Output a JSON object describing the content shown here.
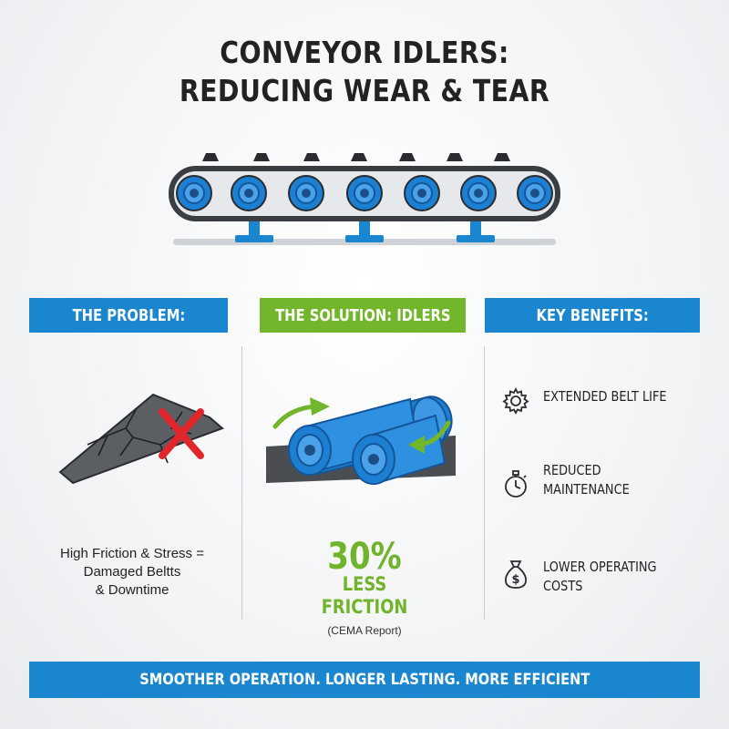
{
  "title": {
    "line1": "CONVEYOR IDLERS:",
    "line2": "REDUCING WEAR & TEAR"
  },
  "sections": {
    "problem": {
      "header": "THE PROBLEM:",
      "text_lines": [
        "High Friction & Stress =",
        "Damaged Beltts",
        "& Downtime"
      ]
    },
    "solution": {
      "header": "THE SOLUTION: IDLERS",
      "stat_value": "30%",
      "stat_line1": "LESS",
      "stat_line2": "FRICTION",
      "source": "(CEMA Report)"
    },
    "benefits": {
      "header": "KEY BENEFITS:",
      "items": [
        {
          "icon": "gear-icon",
          "line1": "EXTENDED BELT LIFE",
          "line2": ""
        },
        {
          "icon": "stopwatch-icon",
          "line1": "REDUCED",
          "line2": "MAINTENANCE"
        },
        {
          "icon": "money-bag-icon",
          "line1": "LOWER OPERATING",
          "line2": "COSTS"
        }
      ]
    }
  },
  "footer": "SMOOTHER OPERATION. LONGER LASTING. MORE EFFICIENT",
  "colors": {
    "blue": "#1a86d0",
    "green": "#72b62b",
    "red": "#e0262b",
    "dark": "#3a3d42"
  }
}
